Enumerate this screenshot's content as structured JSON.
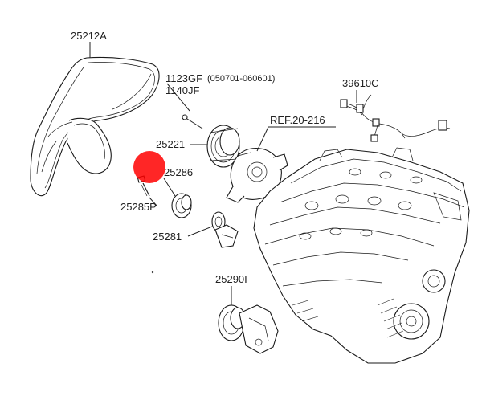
{
  "labels": {
    "belt": "25212A",
    "bolt_main": "1123GF",
    "bolt_note": "(050701-060601)",
    "bolt_alt": "1140JF",
    "harness": "39610C",
    "water_pump_ref": "REF.20-216",
    "pulley": "25221",
    "idler": "25286",
    "idler_bolt": "25285P",
    "tensioner": "25281",
    "tensioner_assy": "25290I"
  },
  "highlight": {
    "color": "#ff0000"
  }
}
